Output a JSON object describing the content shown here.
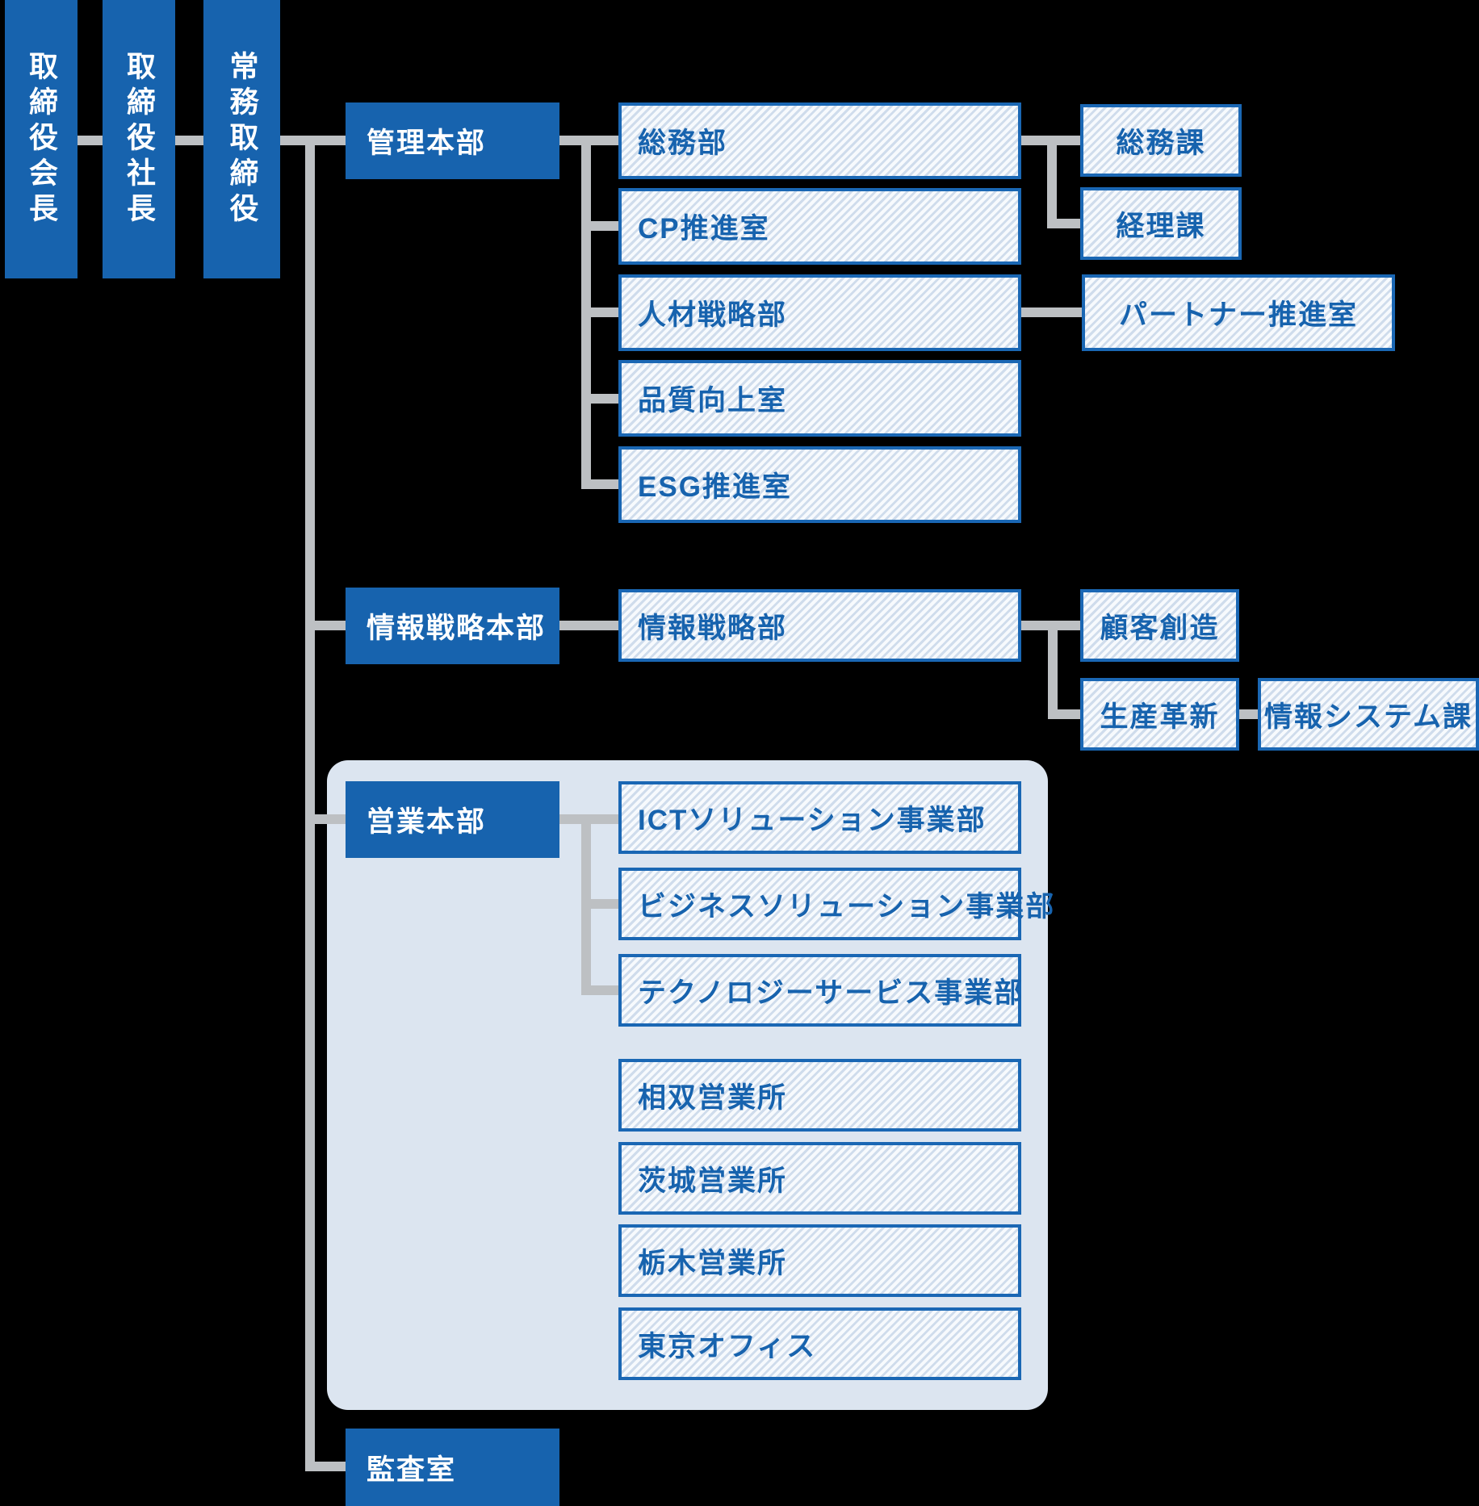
{
  "colors": {
    "hub_blue": "#1763ae",
    "leaf_border_blue": "#1a67b4",
    "leaf_text_blue": "#1763ae",
    "connector_gray": "#bdc0c3",
    "sales_group_background": "#dce5f0",
    "hatch_base": "#f7fafd",
    "hatch_stripe": "#cfdcec"
  },
  "org": {
    "executives": [
      "取締役会長",
      "取締役社長",
      "常務取締役"
    ],
    "admin": {
      "label": "管理本部",
      "departments": [
        "総務部",
        "CP推進室",
        "人材戦略部",
        "品質向上室",
        "ESG推進室"
      ],
      "soumu_children": [
        "総務課",
        "経理課"
      ],
      "jinzai_children": [
        "パートナー推進室"
      ]
    },
    "info": {
      "label": "情報戦略本部",
      "department": "情報戦略部",
      "children": [
        "顧客創造",
        "生産革新"
      ],
      "grandchild": "情報システム課"
    },
    "sales": {
      "label": "営業本部",
      "departments": [
        "ICTソリューション事業部",
        "ビジネスソリューション事業部",
        "テクノロジーサービス事業部"
      ],
      "offices": [
        "相双営業所",
        "茨城営業所",
        "栃木営業所",
        "東京オフィス"
      ]
    },
    "audit": {
      "label": "監査室"
    }
  }
}
